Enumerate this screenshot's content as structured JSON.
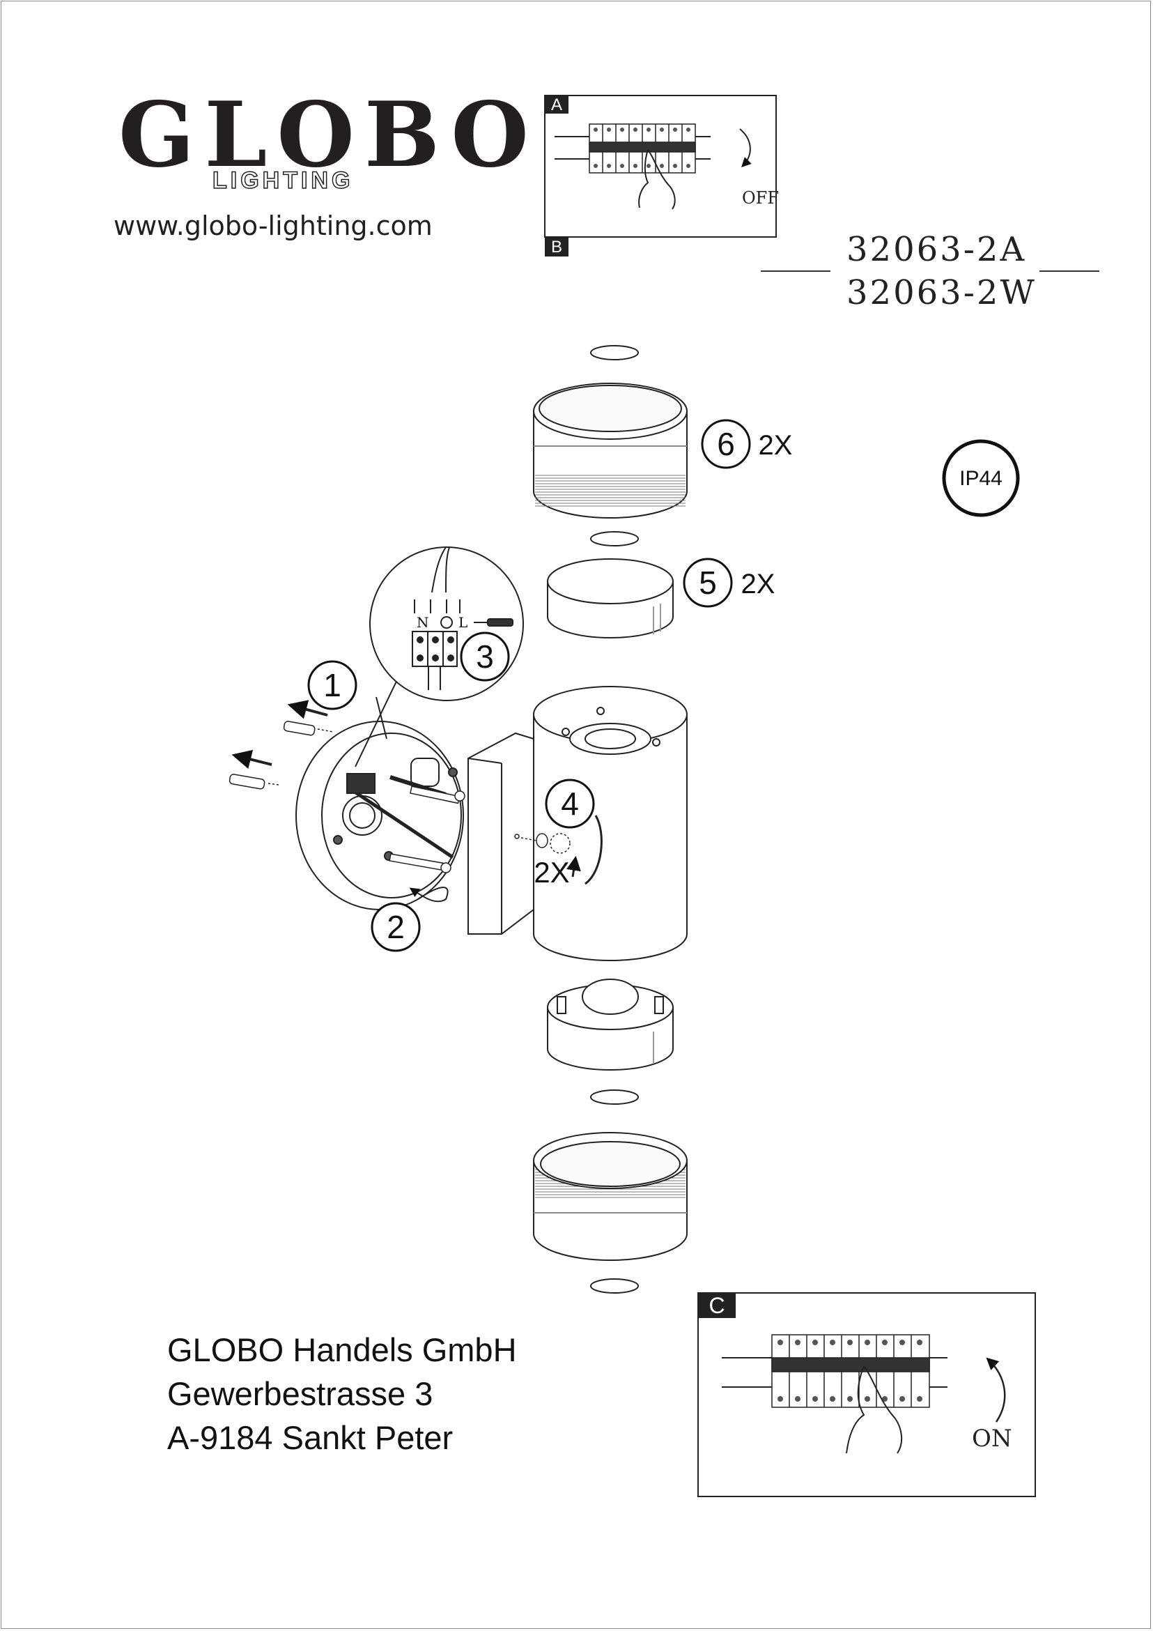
{
  "brand": {
    "logo_text": "GLOBO",
    "logo_subtext": "LIGHTING",
    "website": "www.globo-lighting.com"
  },
  "models": [
    "32063-2A",
    "32063-2W"
  ],
  "panels": {
    "top": {
      "label_a": "A",
      "label_b": "B",
      "state": "OFF"
    },
    "bottom": {
      "label_c": "C",
      "state": "ON"
    }
  },
  "ip_rating": "IP44",
  "steps": [
    {
      "number": "1"
    },
    {
      "number": "2"
    },
    {
      "number": "3"
    },
    {
      "number": "4",
      "quantity": "2X"
    },
    {
      "number": "5",
      "quantity": "2X"
    },
    {
      "number": "6",
      "quantity": "2X"
    }
  ],
  "wiring": {
    "neutral": "N",
    "live": "L"
  },
  "address": {
    "company": "GLOBO Handels GmbH",
    "street": "Gewerbestrasse 3",
    "city": "A-9184 Sankt Peter"
  }
}
